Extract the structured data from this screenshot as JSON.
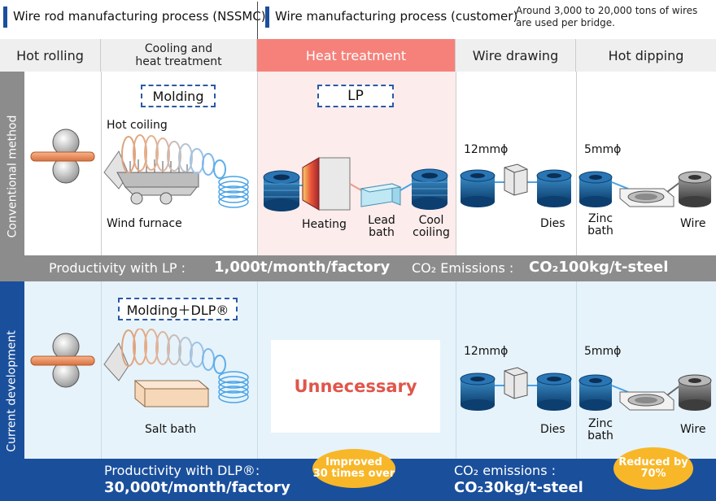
{
  "header": {
    "left_title": "Wire rod manufacturing process (NSSMC)",
    "right_title": "Wire manufacturing process (customer)",
    "note_line1": "Around 3,000 to 20,000 tons of wires",
    "note_line2": "are used per bridge."
  },
  "columns": {
    "hot_rolling": "Hot rolling",
    "cooling_line1": "Cooling and",
    "cooling_line2": "heat treatment",
    "heat_treatment": "Heat treatment",
    "wire_drawing": "Wire drawing",
    "hot_dipping": "Hot dipping"
  },
  "conventional": {
    "side_label": "Conventional method",
    "molding_tag": "Molding",
    "lp_tag": "LP",
    "hot_coiling": "Hot coiling",
    "wind_furnace": "Wind furnace",
    "heating": "Heating",
    "lead_line1": "Lead",
    "lead_line2": "bath",
    "cool_line1": "Cool",
    "cool_line2": "coiling",
    "dia_drawing": "12mmϕ",
    "dia_dipping": "5mmϕ",
    "dies": "Dies",
    "zinc_line1": "Zinc",
    "zinc_line2": "bath",
    "wire": "Wire",
    "productivity_label": "Productivity with LP :",
    "productivity_value": "1,000t/month/factory",
    "emission_label": "CO₂ Emissions :",
    "emission_value": "CO₂100kg/t-steel"
  },
  "current": {
    "side_label": "Current development",
    "molding_tag": "Molding＋DLP®",
    "salt_bath": "Salt bath",
    "unnecessary": "Unnecessary",
    "dia_drawing": "12mmϕ",
    "dia_dipping": "5mmϕ",
    "dies": "Dies",
    "zinc_line1": "Zinc",
    "zinc_line2": "bath",
    "wire": "Wire",
    "productivity_label": "Productivity with DLP®:",
    "productivity_value": "30,000t/month/factory",
    "improved_line1": "Improved",
    "improved_line2": "30 times over",
    "emission_label": "CO₂ emissions :",
    "emission_value": "CO₂30kg/t-steel",
    "reduced_line1": "Reduced by",
    "reduced_line2": "70%"
  },
  "colors": {
    "blue_dark": "#1a4f9c",
    "gray_band": "#8c8c8c",
    "heat_pink": "#f5817a",
    "heat_bg": "#fdecec",
    "current_bg": "#e6f3fb",
    "bubble": "#f8b728"
  }
}
